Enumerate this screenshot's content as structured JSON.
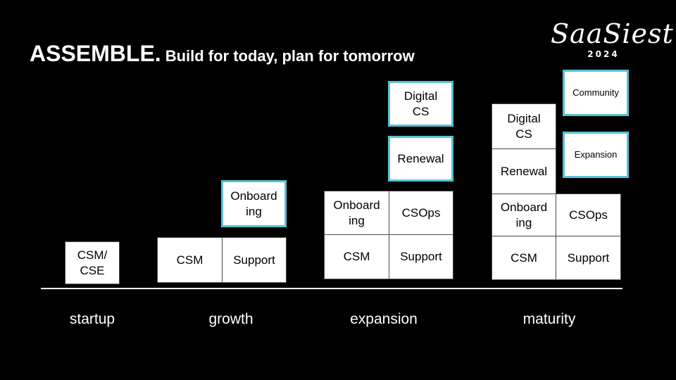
{
  "title": {
    "main": "ASSEMBLE.",
    "sub": "Build for today, plan for tomorrow"
  },
  "logo": {
    "name": "SaaSiest",
    "year": "2024"
  },
  "stages": {
    "startup": "startup",
    "growth": "growth",
    "expansion": "expansion",
    "maturity": "maturity"
  },
  "boxes": {
    "startup_csm_cse": "CSM/\nCSE",
    "growth_csm": "CSM",
    "growth_support": "Support",
    "growth_onboarding": "Onboard\ning",
    "expansion_csm": "CSM",
    "expansion_support": "Support",
    "expansion_onboarding": "Onboard\ning",
    "expansion_csops": "CSOps",
    "expansion_renewal": "Renewal",
    "expansion_digital_cs": "Digital\nCS",
    "maturity_csm": "CSM",
    "maturity_support": "Support",
    "maturity_onboarding": "Onboard\ning",
    "maturity_csops": "CSOps",
    "maturity_renewal": "Renewal",
    "maturity_digital_cs": "Digital\nCS",
    "maturity_expansion": "Expansion",
    "maturity_community": "Community"
  },
  "colors": {
    "background": "#000000",
    "highlight_border": "#56c2d6",
    "box_fill": "#ffffff"
  }
}
